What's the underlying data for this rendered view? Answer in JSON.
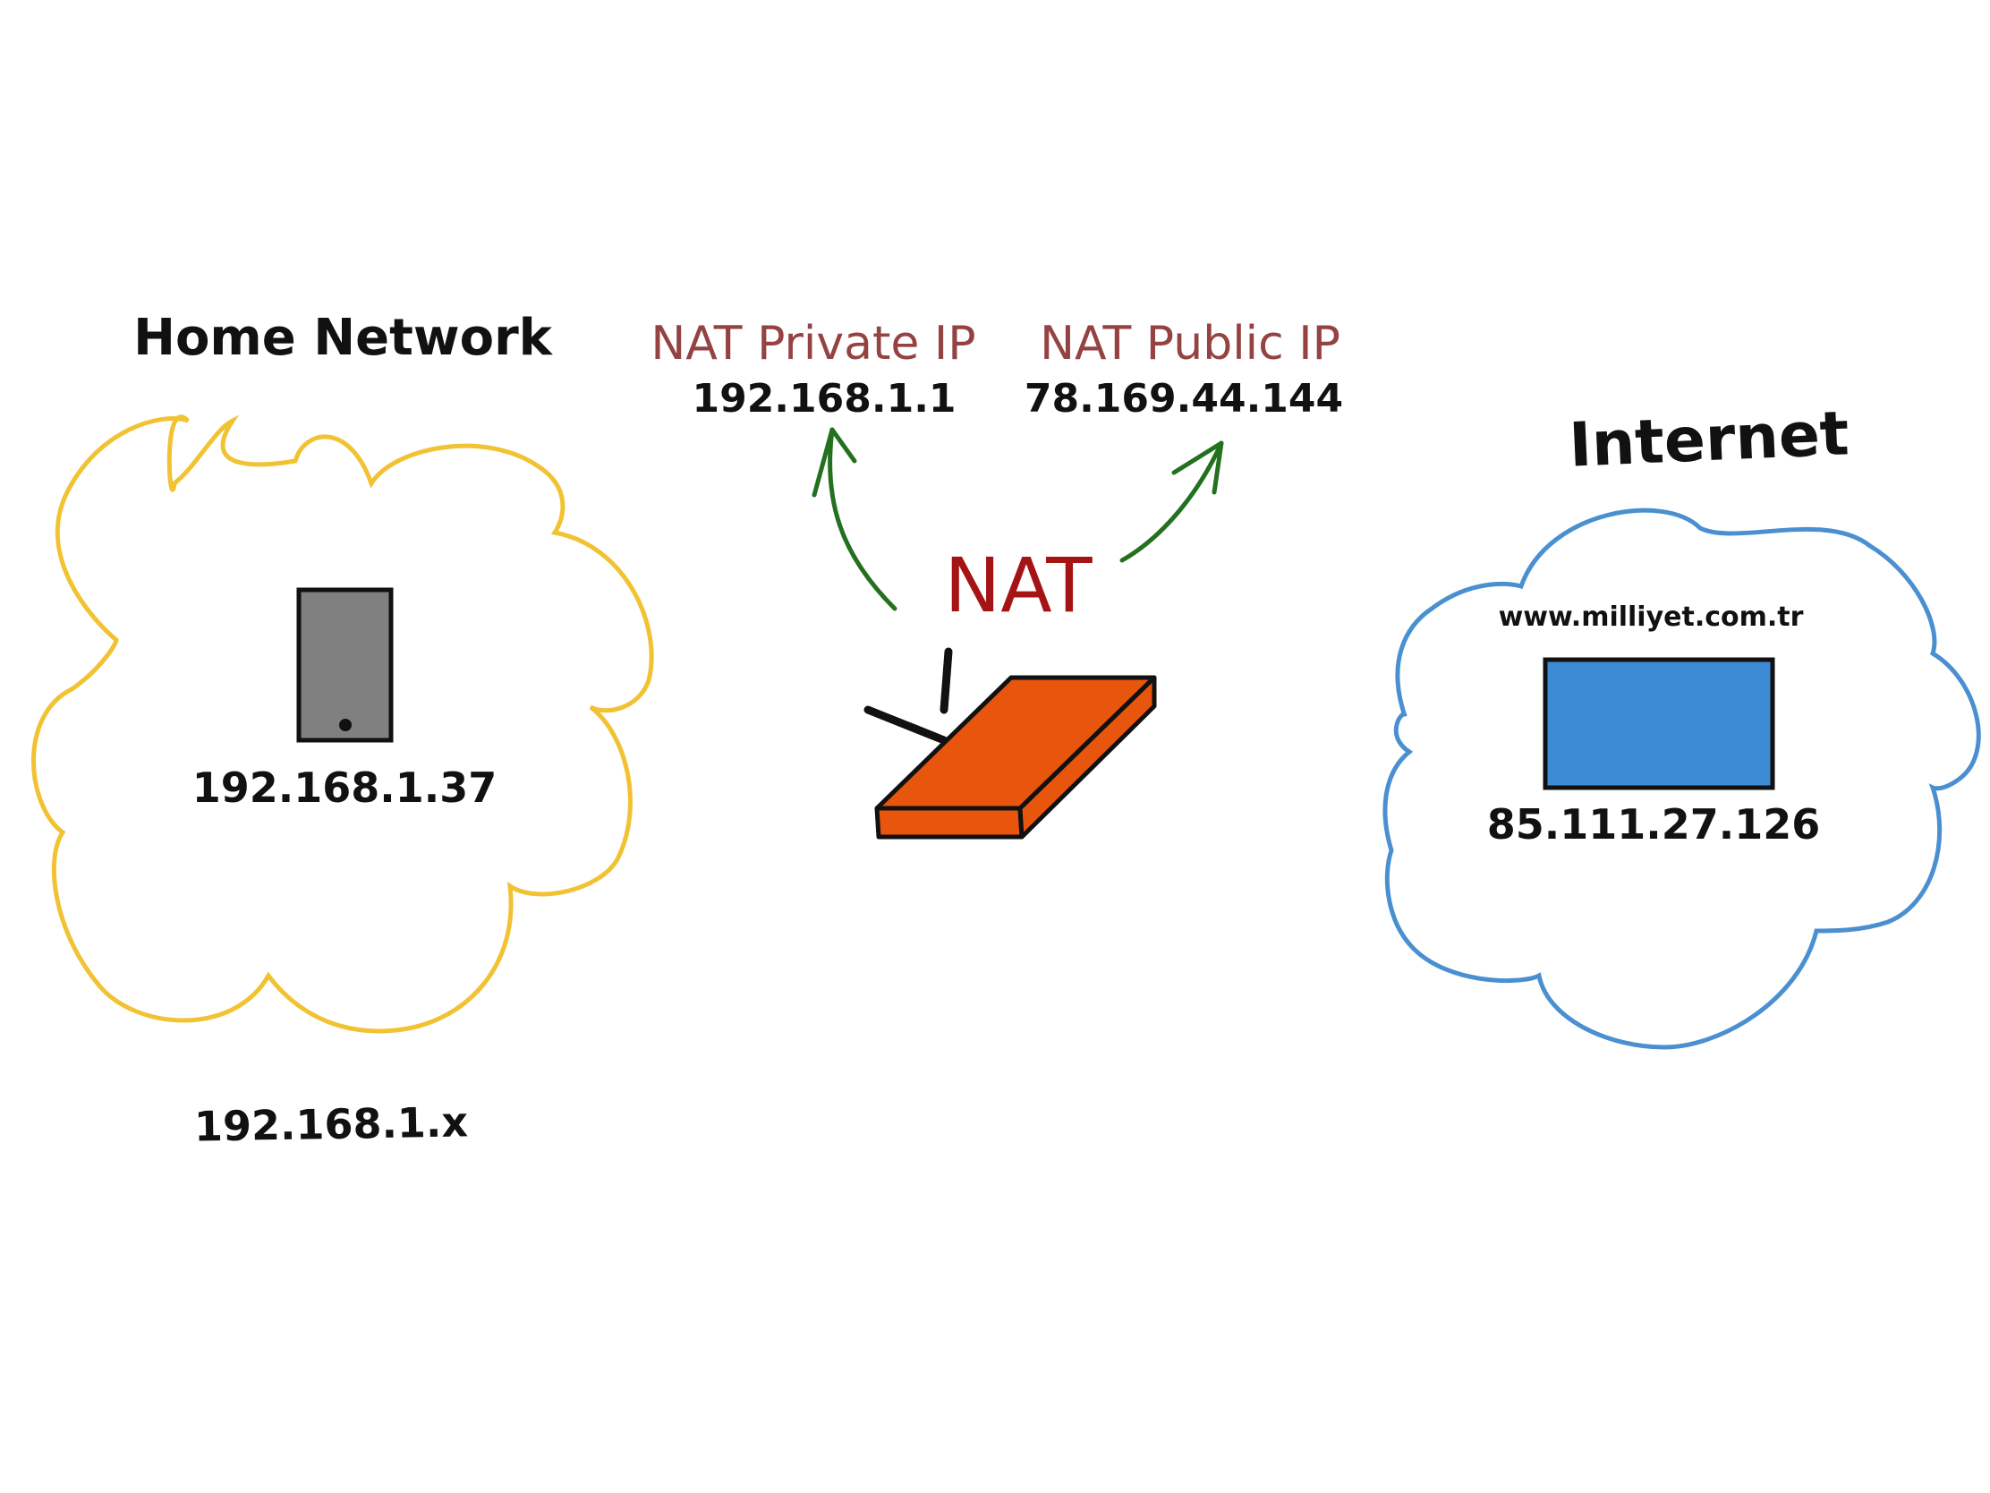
{
  "home_network": {
    "title": "Home Network",
    "device_ip": "192.168.1.37",
    "subnet": "192.168.1.x",
    "cloud_color": "#f1c232"
  },
  "nat": {
    "title": "NAT",
    "title_color": "#a51414",
    "router_color": "#e8550c",
    "arrow_color": "#23711f",
    "private": {
      "label": "NAT Private IP",
      "ip": "192.168.1.1"
    },
    "public": {
      "label": "NAT Public IP",
      "ip": "78.169.44.144"
    },
    "label_color": "#944242"
  },
  "internet": {
    "title": "Internet",
    "server_domain": "www.milliyet.com.tr",
    "server_ip": "85.111.27.126",
    "cloud_color": "#4a90d0",
    "server_color": "#3d8bd4"
  },
  "icons": {
    "device": "smartphone-icon",
    "router": "router-icon",
    "server": "server-icon"
  }
}
